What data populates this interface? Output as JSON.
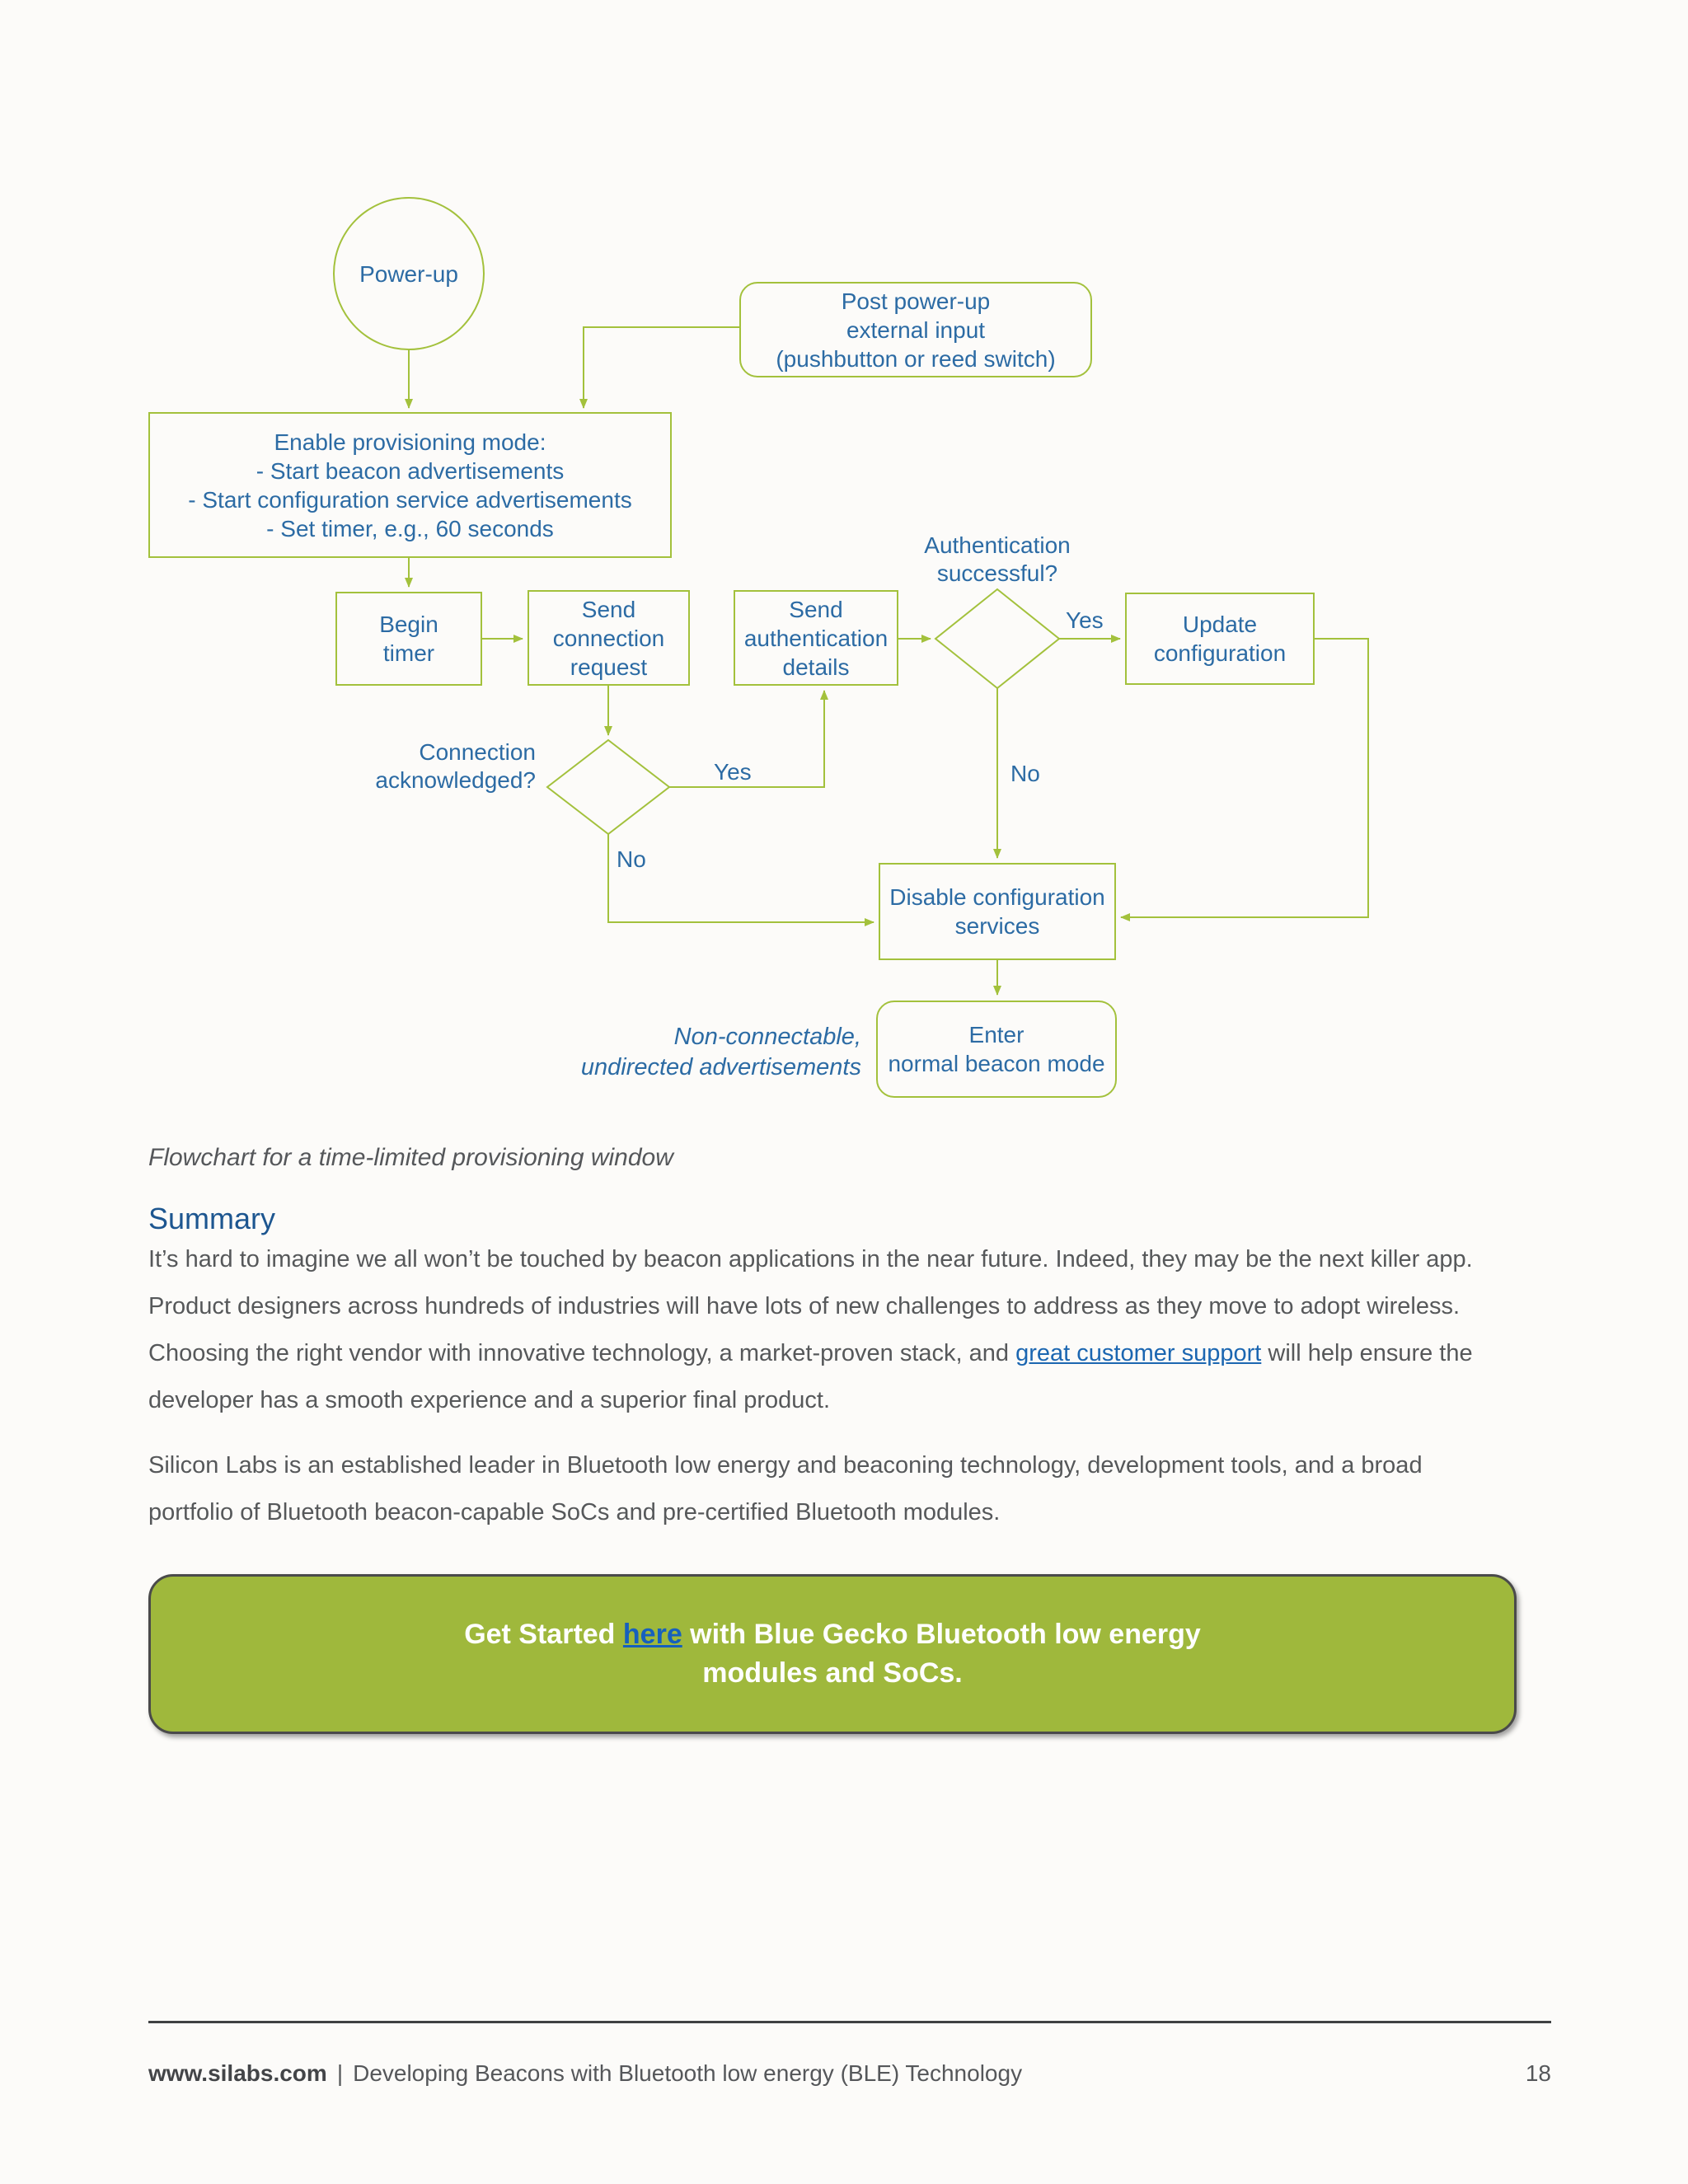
{
  "flowchart": {
    "nodes": {
      "power_up": "Power-up",
      "post_power_up": "Post power-up\nexternal input\n(pushbutton or reed switch)",
      "enable_provisioning": "Enable provisioning mode:\n- Start beacon advertisements\n- Start configuration service advertisements\n- Set timer, e.g., 60 seconds",
      "begin_timer": "Begin\ntimer",
      "send_connection_request": "Send\nconnection\nrequest",
      "send_authentication_details": "Send\nauthentication\ndetails",
      "authentication_question": "Authentication\nsuccessful?",
      "update_configuration": "Update\nconfiguration",
      "connection_question": "Connection\nacknowledged?",
      "disable_configuration": "Disable configuration\nservices",
      "enter_beacon_mode": "Enter\nnormal beacon mode",
      "annotation": "Non-connectable,\nundirected advertisements"
    },
    "edge_labels": {
      "connection_yes": "Yes",
      "connection_no": "No",
      "auth_yes": "Yes",
      "auth_no": "No"
    },
    "colors": {
      "line_green": "#a3c13c",
      "text_blue": "#2c6ba4"
    }
  },
  "caption": "Flowchart for a time-limited provisioning window",
  "summary": {
    "heading": "Summary",
    "paragraph1_before_link": "It’s hard to imagine we all won’t be touched by beacon applications in the near future. Indeed, they may be the next killer app. Product designers across hundreds of industries will have lots of new challenges to address as they move to adopt wireless. Choosing the right vendor with innovative technology, a market-proven stack, and ",
    "paragraph1_link": "great customer support",
    "paragraph1_after_link": " will help ensure the developer has a smooth experience and a superior final product.",
    "paragraph2": "Silicon Labs is an established leader in Bluetooth low energy and beaconing technology, development tools, and a broad portfolio of Bluetooth beacon-capable SoCs and pre-certified Bluetooth modules."
  },
  "cta": {
    "line1_before_link": "Get Started ",
    "link": "here",
    "line1_after_link": " with Blue Gecko Bluetooth low energy",
    "line2": "modules and SoCs.",
    "background_color": "#9fb83c",
    "link_color": "#1660bd"
  },
  "footer": {
    "site": "www.silabs.com",
    "separator": "|",
    "doc_title": "Developing Beacons with Bluetooth low energy (BLE) Technology",
    "page_number": "18"
  }
}
